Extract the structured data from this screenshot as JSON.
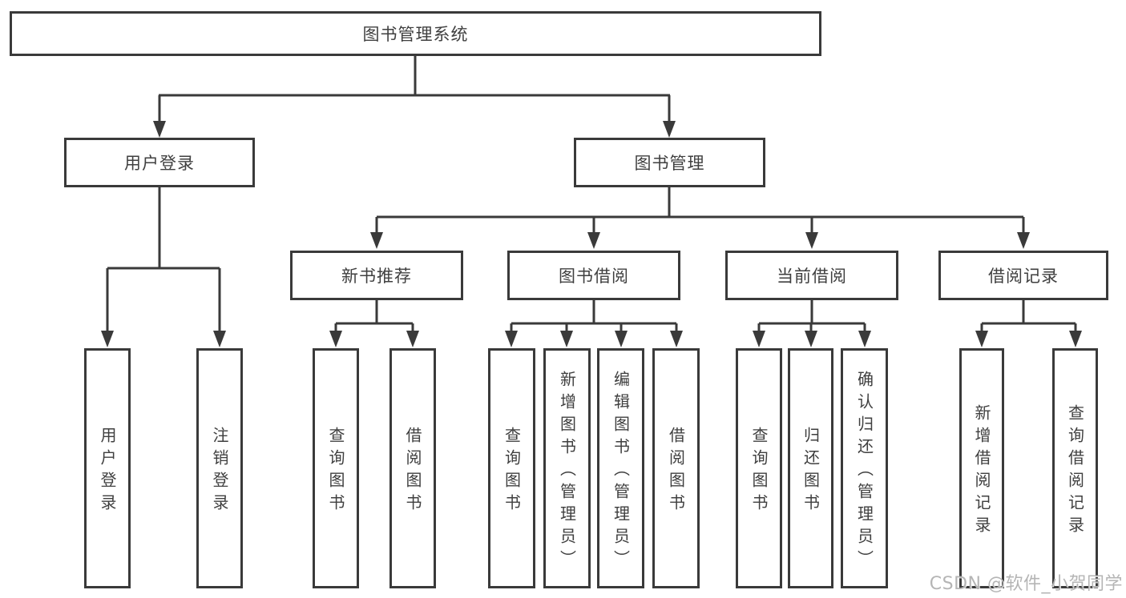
{
  "diagram": {
    "nodes": {
      "root": "图书管理系统",
      "user_login": "用户登录",
      "book_management": "图书管理",
      "new_book_recommend": "新书推荐",
      "book_borrowing": "图书借阅",
      "current_borrowing": "当前借阅",
      "borrowing_records": "借阅记录"
    },
    "leaves": [
      "用户登录",
      "注销登录",
      "查询图书",
      "借阅图书",
      "查询图书",
      "新增图书（管理员）",
      "编辑图书（管理员）",
      "借阅图书",
      "查询图书",
      "归还图书",
      "确认归还（管理员）",
      "新增借阅记录",
      "查询借阅记录"
    ]
  },
  "watermark": {
    "text": "CSDN @软件_小贺同学"
  }
}
